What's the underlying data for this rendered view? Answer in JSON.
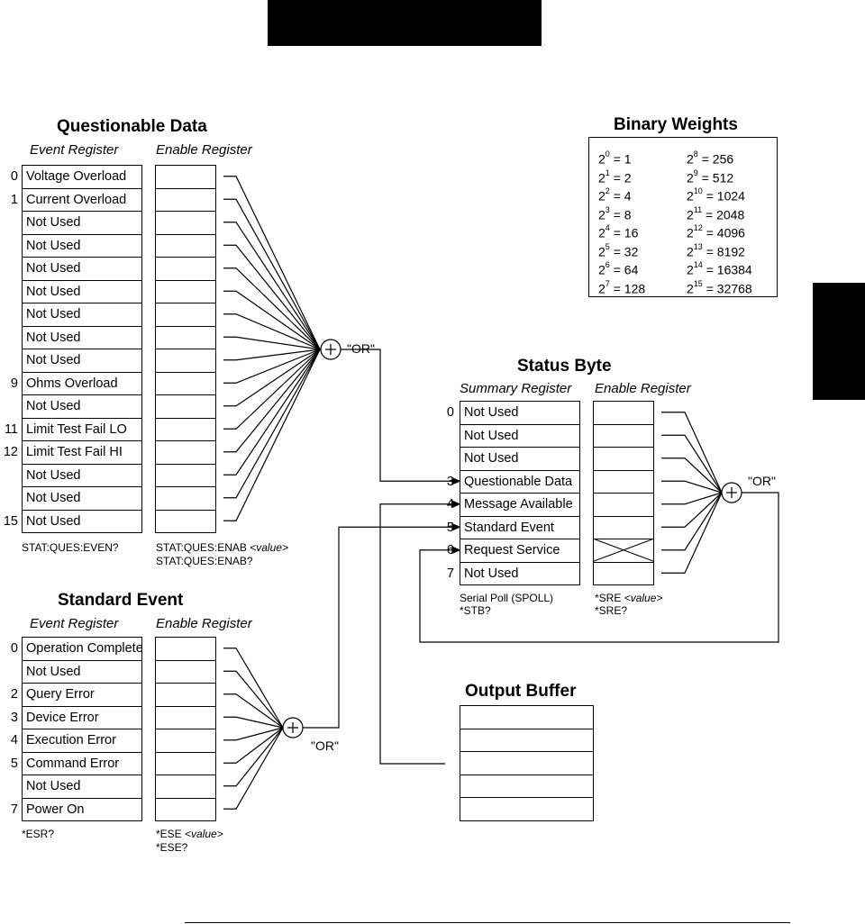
{
  "questionable_data": {
    "title": "Questionable Data",
    "event_label": "Event Register",
    "enable_label": "Enable Register",
    "rows": [
      {
        "bit": "0",
        "label": "Voltage Overload"
      },
      {
        "bit": "1",
        "label": "Current Overload"
      },
      {
        "bit": "",
        "label": "Not Used"
      },
      {
        "bit": "",
        "label": "Not Used"
      },
      {
        "bit": "",
        "label": "Not Used"
      },
      {
        "bit": "",
        "label": "Not Used"
      },
      {
        "bit": "",
        "label": "Not Used"
      },
      {
        "bit": "",
        "label": "Not Used"
      },
      {
        "bit": "",
        "label": "Not Used"
      },
      {
        "bit": "9",
        "label": "Ohms Overload"
      },
      {
        "bit": "",
        "label": "Not Used"
      },
      {
        "bit": "11",
        "label": "Limit Test Fail LO"
      },
      {
        "bit": "12",
        "label": "Limit Test Fail HI"
      },
      {
        "bit": "",
        "label": "Not Used"
      },
      {
        "bit": "",
        "label": "Not Used"
      },
      {
        "bit": "15",
        "label": "Not Used"
      }
    ],
    "event_cmd": "STAT:QUES:EVEN?",
    "enable_cmd_1": "STAT:QUES:ENAB ",
    "enable_cmd_1_arg": "<value>",
    "enable_cmd_2": "STAT:QUES:ENAB?",
    "or_label": "\"OR\""
  },
  "binary_weights": {
    "title": "Binary Weights",
    "left": [
      {
        "exp": "0",
        "val": "1"
      },
      {
        "exp": "1",
        "val": "2"
      },
      {
        "exp": "2",
        "val": "4"
      },
      {
        "exp": "3",
        "val": "8"
      },
      {
        "exp": "4",
        "val": "16"
      },
      {
        "exp": "5",
        "val": "32"
      },
      {
        "exp": "6",
        "val": "64"
      },
      {
        "exp": "7",
        "val": "128"
      }
    ],
    "right": [
      {
        "exp": "8",
        "val": "256"
      },
      {
        "exp": "9",
        "val": "512"
      },
      {
        "exp": "10",
        "val": "1024"
      },
      {
        "exp": "11",
        "val": "2048"
      },
      {
        "exp": "12",
        "val": "4096"
      },
      {
        "exp": "13",
        "val": "8192"
      },
      {
        "exp": "14",
        "val": "16384"
      },
      {
        "exp": "15",
        "val": "32768"
      }
    ]
  },
  "status_byte": {
    "title": "Status Byte",
    "summary_label": "Summary Register",
    "enable_label": "Enable Register",
    "rows": [
      {
        "bit": "0",
        "label": "Not Used"
      },
      {
        "bit": "",
        "label": "Not Used"
      },
      {
        "bit": "",
        "label": "Not Used"
      },
      {
        "bit": "3",
        "label": "Questionable Data"
      },
      {
        "bit": "4",
        "label": "Message Available"
      },
      {
        "bit": "5",
        "label": "Standard Event"
      },
      {
        "bit": "6",
        "label": "Request Service"
      },
      {
        "bit": "7",
        "label": "Not Used"
      }
    ],
    "summary_cmd_1": "Serial Poll (SPOLL)",
    "summary_cmd_2": "*STB?",
    "enable_cmd_1": "*SRE ",
    "enable_cmd_1_arg": "<value>",
    "enable_cmd_2": "*SRE?",
    "or_label": "\"OR\""
  },
  "standard_event": {
    "title": "Standard Event",
    "event_label": "Event Register",
    "enable_label": "Enable Register",
    "rows": [
      {
        "bit": "0",
        "label": "Operation Complete"
      },
      {
        "bit": "",
        "label": "Not Used"
      },
      {
        "bit": "2",
        "label": "Query Error"
      },
      {
        "bit": "3",
        "label": "Device Error"
      },
      {
        "bit": "4",
        "label": "Execution Error"
      },
      {
        "bit": "5",
        "label": "Command Error"
      },
      {
        "bit": "",
        "label": "Not Used"
      },
      {
        "bit": "7",
        "label": "Power On"
      }
    ],
    "event_cmd": "*ESR?",
    "enable_cmd_1": "*ESE ",
    "enable_cmd_1_arg": "<value>",
    "enable_cmd_2": "*ESE?",
    "or_label": "\"OR\""
  },
  "output_buffer": {
    "title": "Output Buffer",
    "cells": 5
  }
}
